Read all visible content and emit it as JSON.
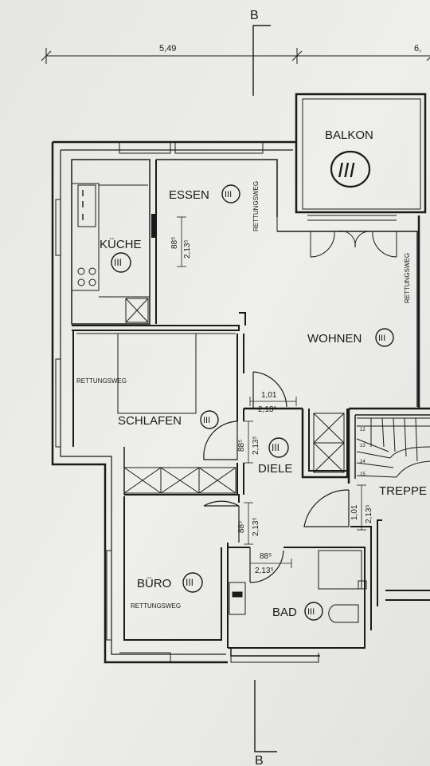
{
  "section_marker": "B",
  "dimensions": {
    "top_left": "5,49",
    "top_right": "6,"
  },
  "rooms": {
    "balkon": "BALKON",
    "essen": "ESSEN",
    "kueche": "KÜCHE",
    "wohnen": "WOHNEN",
    "schlafen": "SCHLAFEN",
    "diele": "DIELE",
    "treppe": "TREPPE",
    "buero": "BÜRO",
    "bad": "BAD"
  },
  "room_numeral": "III",
  "escape_route": "RETTUNGSWEG",
  "doors": {
    "kueche_w": "88⁵",
    "kueche_h": "2,13⁵",
    "wohnen_w": "1,01",
    "wohnen_h": "2,13⁵",
    "schlafen_w": "88⁵",
    "schlafen_h": "2,13⁵",
    "buero_w": "88⁵",
    "buero_h": "2,13⁵",
    "bad_w": "88⁵",
    "bad_h": "2,13⁵",
    "treppe_w": "1,01",
    "treppe_h": "2,13⁵"
  },
  "stair_steps": [
    "12",
    "13",
    "14",
    "15"
  ]
}
